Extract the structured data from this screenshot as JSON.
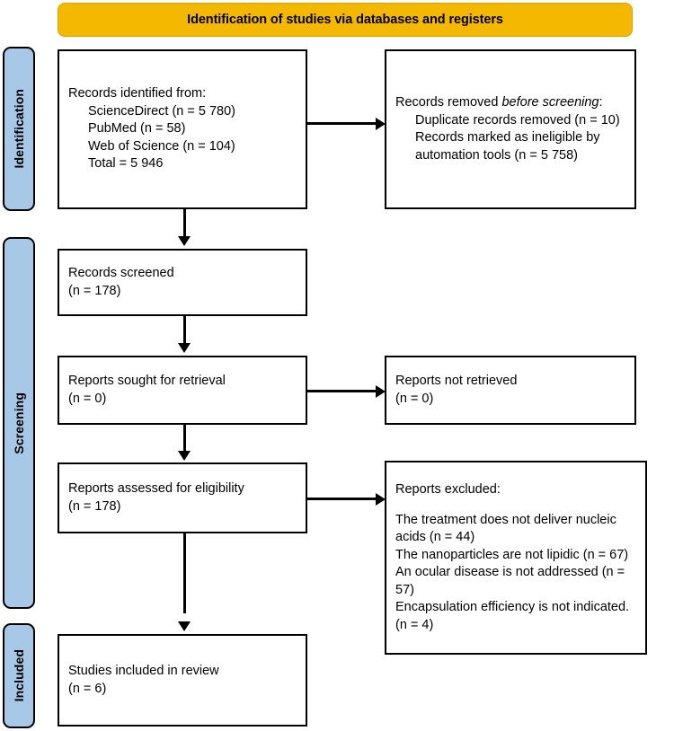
{
  "header": {
    "title": "Identification of studies via databases and registers",
    "background_color": "#F5B800"
  },
  "stages": [
    {
      "label": "Identification"
    },
    {
      "label": "Screening"
    },
    {
      "label": "Included"
    }
  ],
  "boxes": {
    "identified": {
      "title": "Records identified from:",
      "sources": [
        "ScienceDirect (n = 5 780)",
        "PubMed (n = 58)",
        "Web of Science (n = 104)",
        "Total = 5 946"
      ]
    },
    "removed": {
      "title_before": "Records removed ",
      "title_italic": "before screening",
      "title_after": ":",
      "reasons": [
        "Duplicate records removed (n = 10)",
        "Records marked as ineligible by automation tools (n = 5 758)"
      ]
    },
    "screened": {
      "label": "Records screened",
      "count": "(n = 178)"
    },
    "sought": {
      "label": "Reports sought for retrieval",
      "count": "(n = 0)"
    },
    "not_retrieved": {
      "label": "Reports not retrieved",
      "count": "(n = 0)"
    },
    "assessed": {
      "label": "Reports assessed for eligibility",
      "count": "(n = 178)"
    },
    "excluded": {
      "title": "Reports excluded:",
      "reasons": [
        "The treatment does not deliver nucleic acids (n = 44)",
        "The nanoparticles are not lipidic (n = 67)",
        "An ocular disease is not addressed (n = 57)",
        "Encapsulation efficiency is not indicated. (n = 4)"
      ]
    },
    "included": {
      "label": "Studies included in review",
      "count": "(n = 6)"
    }
  },
  "colors": {
    "stage_bar": "#A8C8E8",
    "banner": "#F5B800",
    "outline": "#000000"
  }
}
